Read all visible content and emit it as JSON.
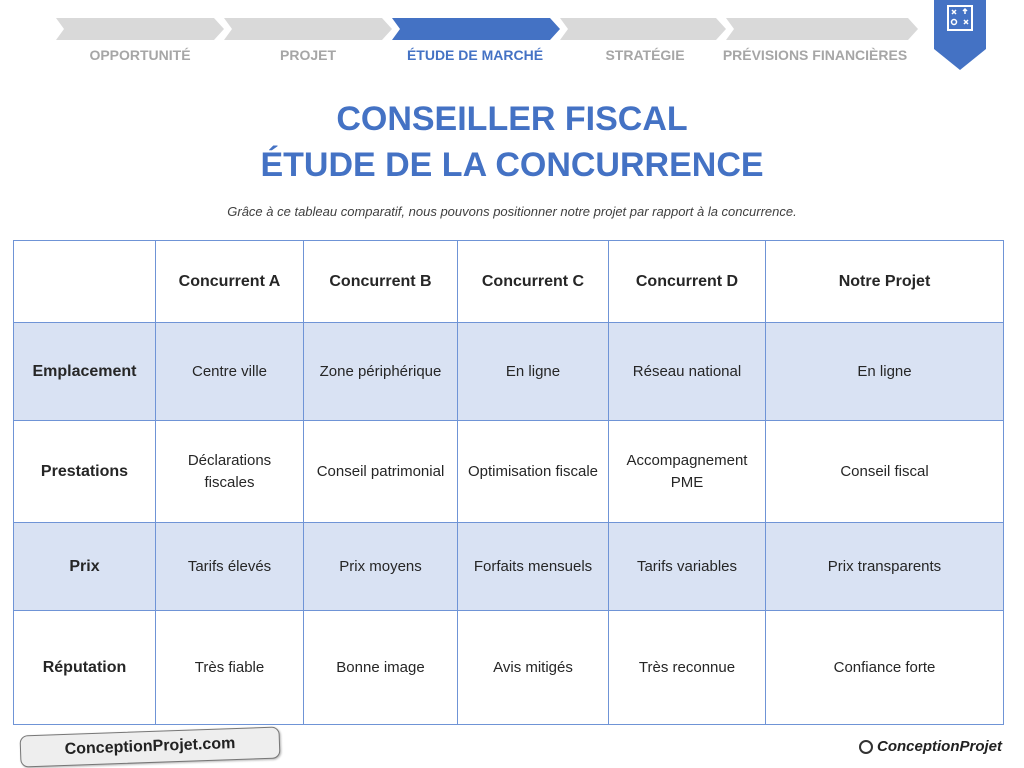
{
  "steps": [
    {
      "label": "OPPORTUNITÉ",
      "active": false
    },
    {
      "label": "PROJET",
      "active": false
    },
    {
      "label": "ÉTUDE DE MARCHÉ",
      "active": true
    },
    {
      "label": "STRATÉGIE",
      "active": false
    },
    {
      "label": "PRÉVISIONS FINANCIÈRES",
      "active": false
    }
  ],
  "badge_icon": "strategy-board-icon",
  "title_line1": "CONSEILLER FISCAL",
  "title_line2": "ÉTUDE DE LA CONCURRENCE",
  "subtitle": "Grâce à ce tableau comparatif, nous pouvons positionner notre projet par rapport à la concurrence.",
  "table": {
    "headers": [
      "",
      "Concurrent A",
      "Concurrent B",
      "Concurrent C",
      "Concurrent D",
      "Notre Projet"
    ],
    "rows": [
      {
        "label": "Emplacement",
        "cells": [
          "Centre ville",
          "Zone périphérique",
          "En ligne",
          "Réseau national",
          "En ligne"
        ]
      },
      {
        "label": "Prestations",
        "cells": [
          "Déclarations fiscales",
          "Conseil patrimonial",
          "Optimisation fiscale",
          "Accompagnement PME",
          "Conseil fiscal"
        ]
      },
      {
        "label": "Prix",
        "cells": [
          "Tarifs élevés",
          "Prix moyens",
          "Forfaits mensuels",
          "Tarifs variables",
          "Prix transparents"
        ]
      },
      {
        "label": "Réputation",
        "cells": [
          "Très fiable",
          "Bonne image",
          "Avis mitigés",
          "Très reconnue",
          "Confiance forte"
        ]
      }
    ]
  },
  "watermark": "ConceptionProjet.com",
  "logo": "ConceptionProjet",
  "colors": {
    "accent": "#4472c4",
    "shade": "#d9e2f3",
    "inactive": "#d9d9d9"
  }
}
